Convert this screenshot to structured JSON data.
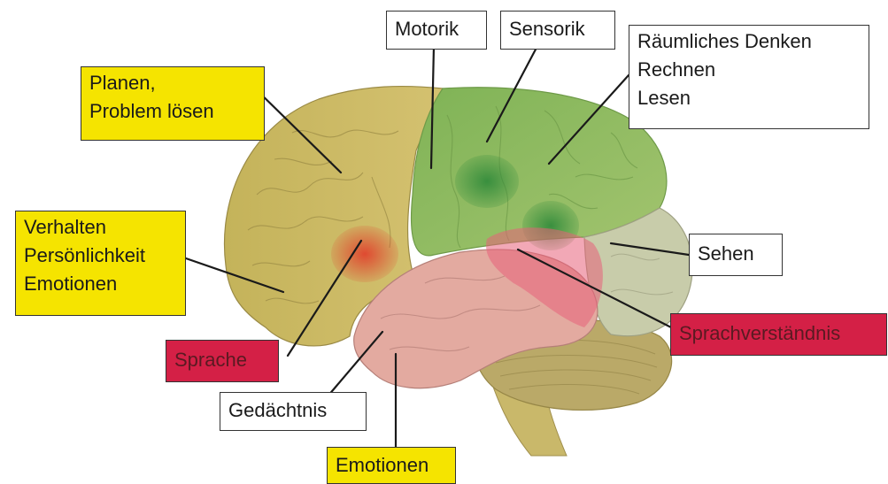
{
  "diagram": {
    "labels": {
      "planen": [
        "Planen,",
        "Problem lösen"
      ],
      "verhalten": [
        "Verhalten",
        "Persönlichkeit",
        "Emotionen"
      ],
      "sprache": "Sprache",
      "gedaechtnis": "Gedächtnis",
      "emotionen": "Emotionen",
      "motorik": "Motorik",
      "sensorik": "Sensorik",
      "raeumlich": [
        "Räumliches Denken",
        "Rechnen",
        "Lesen"
      ],
      "sehen": "Sehen",
      "sprachverstaendnis": "Sprachverständnis"
    },
    "colors": {
      "yellow_label": "#f5e400",
      "red_label": "#d42046",
      "frontal_lobe": "#c9b95e",
      "parietal_lobe": "#8cb85c",
      "occipital_lobe": "#c3c7a4",
      "temporal_lobe": "#e0a8a0",
      "cerebellum": "#b9a866",
      "speech_area": "#e0534a",
      "comprehension_area": "#e8607a",
      "motor_sensory_area": "#4d9a4d"
    }
  }
}
